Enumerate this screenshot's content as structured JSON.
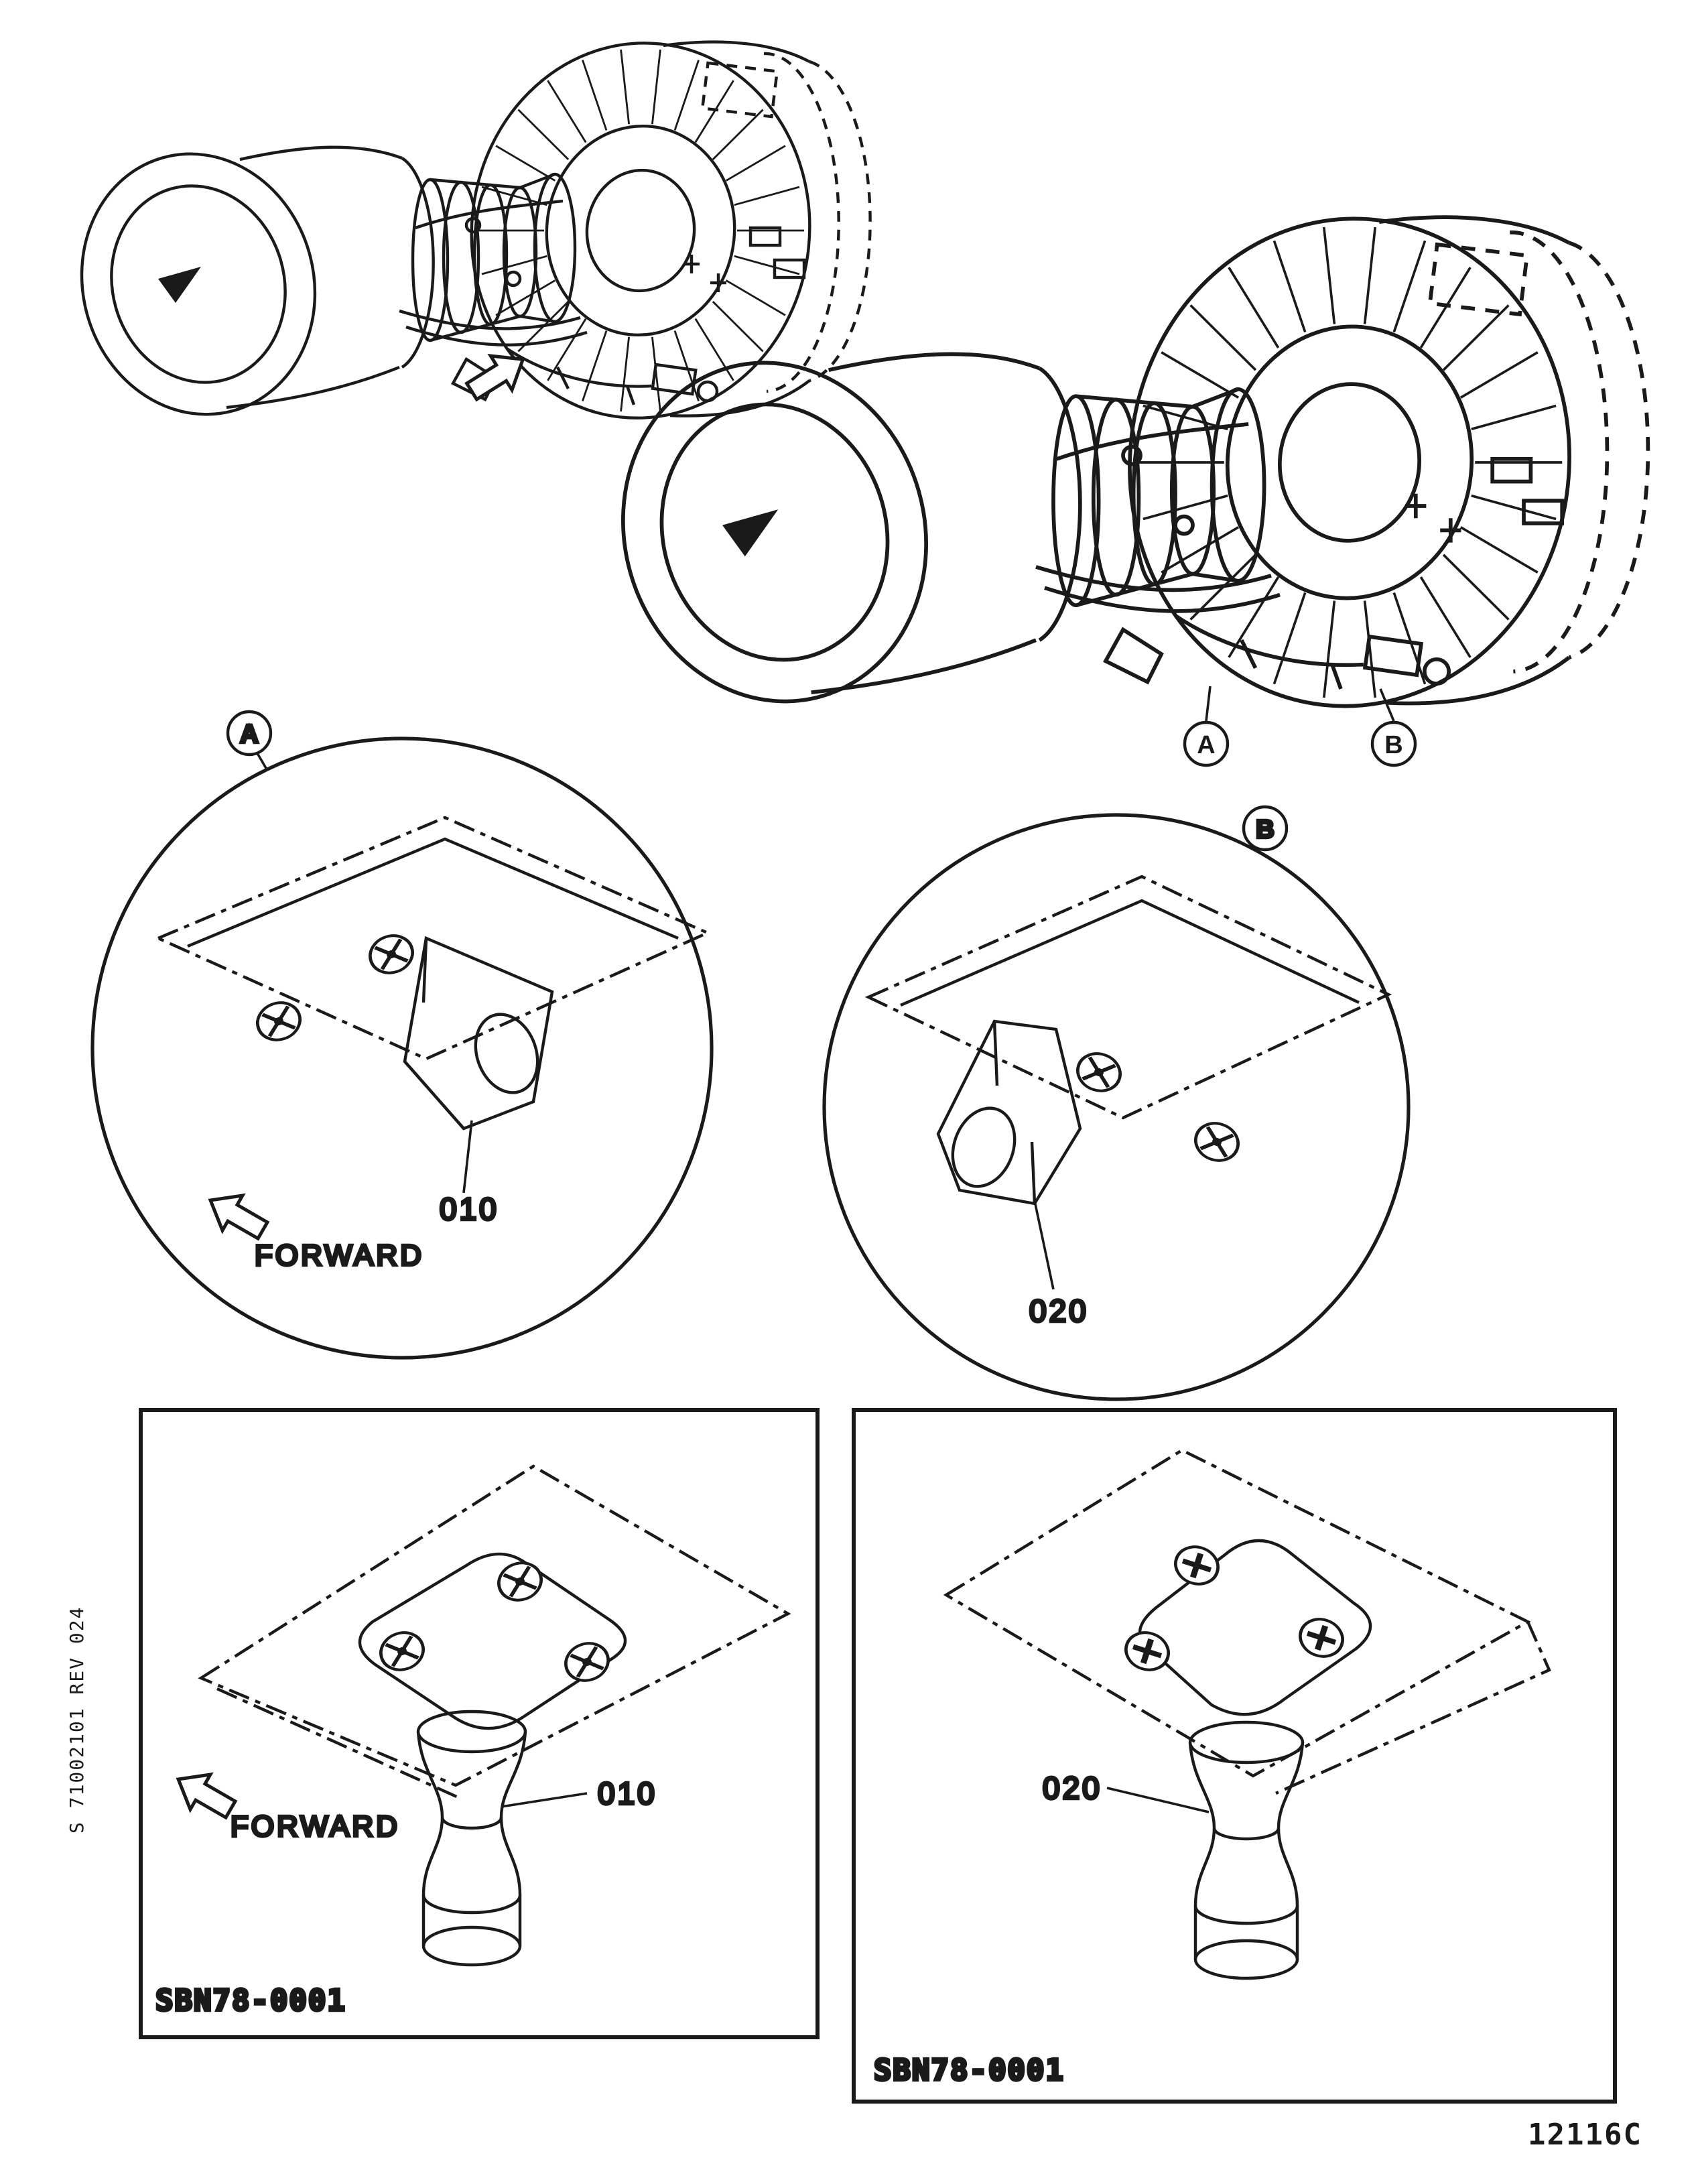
{
  "page": {
    "side_note": "S 71002101  REV 024",
    "figure_code": "12116C"
  },
  "colors": {
    "ink": "#1a1a1a",
    "paper": "#ffffff"
  },
  "engine_view": {
    "callout_a": "A",
    "callout_b": "B"
  },
  "detail_a": {
    "label": "A",
    "item": "010",
    "forward": "FORWARD"
  },
  "detail_b": {
    "label": "B",
    "item": "020"
  },
  "panel_left": {
    "item": "010",
    "forward": "FORWARD",
    "code": "SBN78-0001"
  },
  "panel_right": {
    "item": "020",
    "code": "SBN78-0001"
  }
}
